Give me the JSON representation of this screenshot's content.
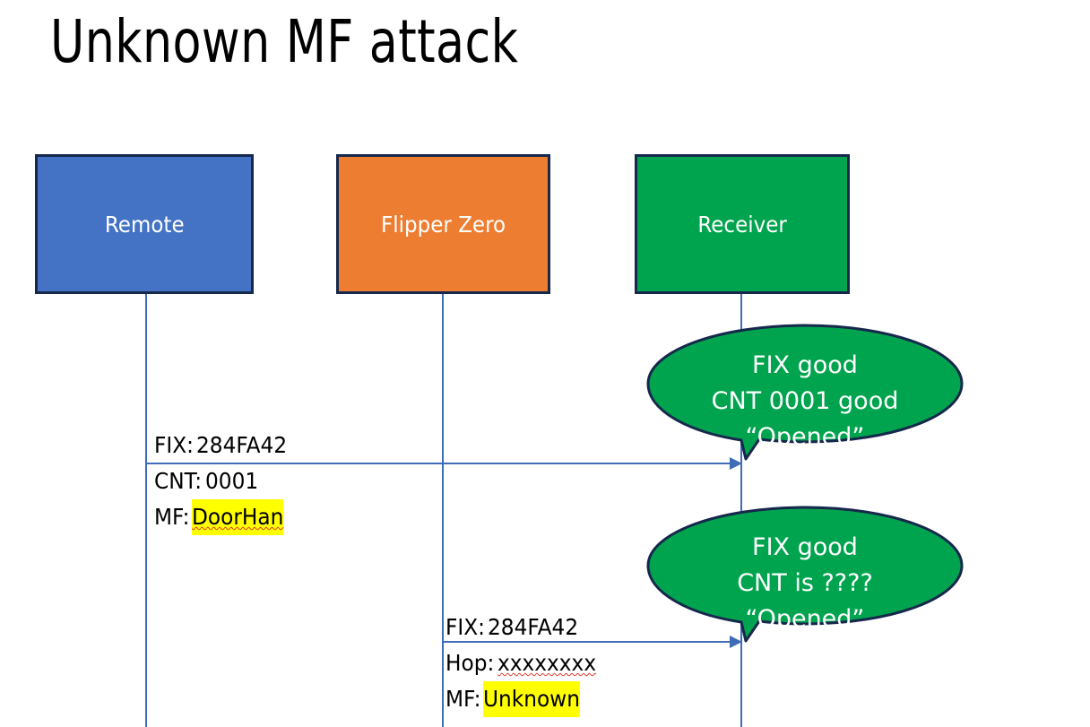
{
  "slide": {
    "title": "Unknown MF attack",
    "background": "#ffffff"
  },
  "actors": [
    {
      "id": "remote",
      "label": "Remote",
      "color": "#4472C4",
      "border": "#16284B"
    },
    {
      "id": "flipper",
      "label": "Flipper Zero",
      "color": "#ED7D31",
      "border": "#16284B"
    },
    {
      "id": "receiver",
      "label": "Receiver",
      "color": "#00A44E",
      "border": "#16284B"
    }
  ],
  "messages": [
    {
      "id": "msg1",
      "from": "remote",
      "to": "receiver",
      "lines": [
        {
          "label": "FIX: ",
          "value": "284FA42",
          "highlight": false,
          "spellcheck": false
        },
        {
          "label": "CNT: ",
          "value": "0001",
          "highlight": false,
          "spellcheck": false
        },
        {
          "label": "MF: ",
          "value": "DoorHan",
          "highlight": true,
          "spellcheck": true
        }
      ]
    },
    {
      "id": "msg2",
      "from": "flipper",
      "to": "receiver",
      "lines": [
        {
          "label": "FIX: ",
          "value": "284FA42",
          "highlight": false,
          "spellcheck": false
        },
        {
          "label": "Hop: ",
          "value": "xxxxxxxx",
          "highlight": false,
          "spellcheck": true
        },
        {
          "label": "MF: ",
          "value": "Unknown",
          "highlight": true,
          "spellcheck": false
        }
      ]
    }
  ],
  "bubbles": [
    {
      "id": "bubble1",
      "fill": "#00A44E",
      "stroke": "#16284B",
      "lines": [
        "FIX good",
        "CNT 0001 good",
        "“Opened”"
      ]
    },
    {
      "id": "bubble2",
      "fill": "#00A44E",
      "stroke": "#16284B",
      "lines": [
        "FIX good",
        "CNT is ????",
        "“Opened”"
      ]
    }
  ],
  "colors": {
    "lifeline": "#3F6CB6",
    "arrow": "#3F6CB6",
    "highlight": "#FFFF00",
    "spell_underline": "#E03A2F"
  }
}
